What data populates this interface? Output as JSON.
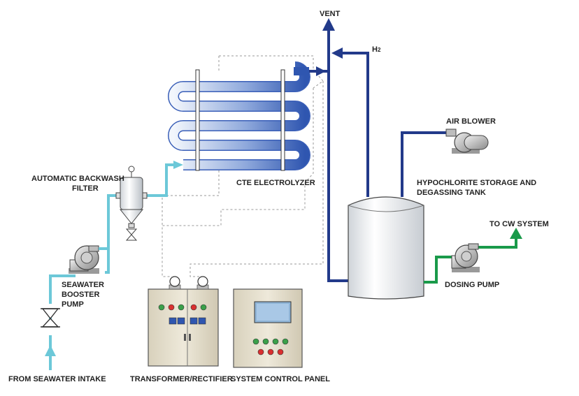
{
  "labels": {
    "vent": "VENT",
    "h2": "H",
    "h2_sub": "2",
    "air_blower": "AIR BLOWER",
    "storage_line1": "HYPOCHLORITE STORAGE AND",
    "storage_line2": "DEGASSING TANK",
    "to_cw": "TO CW SYSTEM",
    "dosing_pump": "DOSING PUMP",
    "backwash_line1": "AUTOMATIC BACKWASH",
    "backwash_line2": "FILTER",
    "electrolyzer": "CTE ELECTROLYZER",
    "booster_line1": "SEAWATER",
    "booster_line2": "BOOSTER",
    "booster_line3": "PUMP",
    "intake": "FROM SEAWATER INTAKE",
    "transformer": "TRANSFORMER/RECTIFIER",
    "control_panel": "SYSTEM CONTROL PANEL"
  },
  "colors": {
    "seawater": "#6cc8d8",
    "gas_line": "#223a8a",
    "dosing_line": "#1a9a4a",
    "tube_dark": "#3a5fb8",
    "cabinet": "#e7e1cf",
    "panel_screen": "#8fb4d6",
    "tank": "#e9ecef"
  }
}
